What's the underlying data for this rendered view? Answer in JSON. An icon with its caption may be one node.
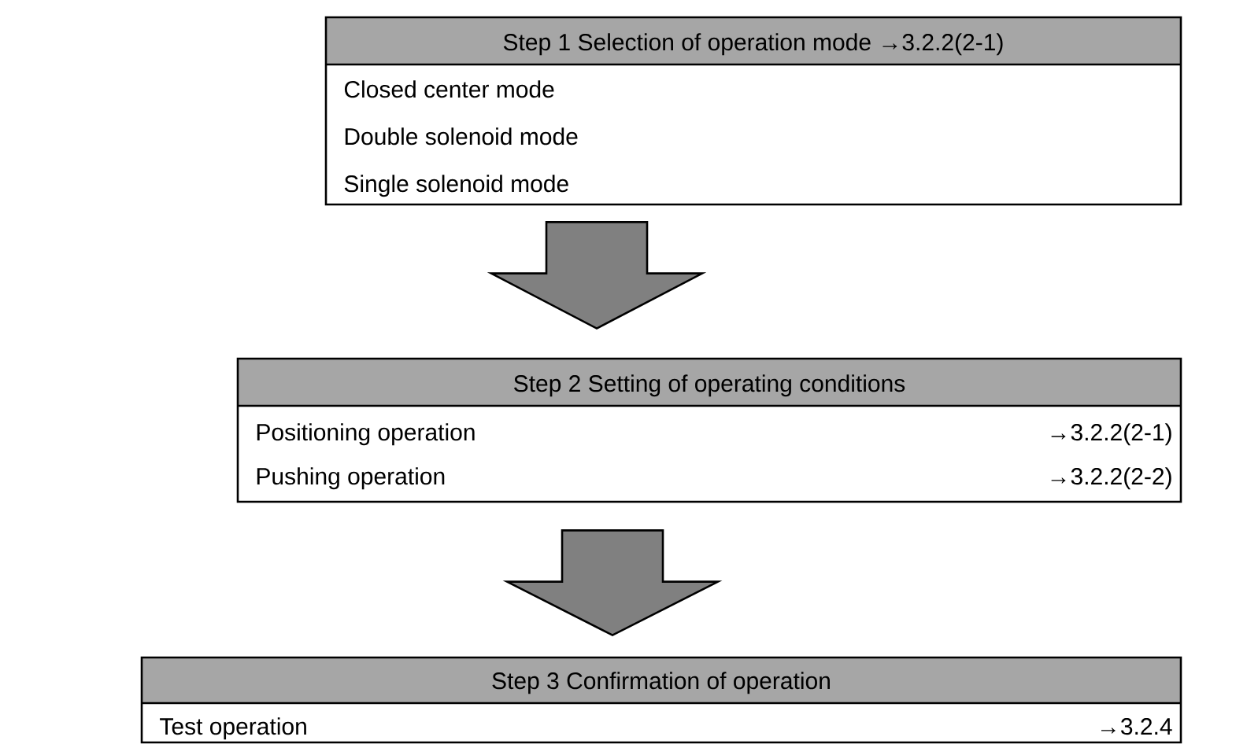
{
  "diagram": {
    "nodes": [
      {
        "text": [
          "Step 1 Selection of operation mode →3.2.2(2-1)",
          "Closed center mode",
          "Double solenoid mode",
          "Single solenoid mode"
        ]
      },
      {
        "text": [
          "Step 2 Setting of operating conditions",
          "Positioning operation",
          "→3.2.2(2-1)",
          "Pushing operation",
          "→3.2.2(2-2)"
        ]
      },
      {
        "text": [
          "Step 3 Confirmation of operation",
          "Test operation",
          "→3.2.4"
        ]
      }
    ],
    "edges": [
      {
        "from": 0,
        "to": 1,
        "arrow": "to"
      },
      {
        "from": 1,
        "to": 2,
        "arrow": "to"
      }
    ]
  }
}
